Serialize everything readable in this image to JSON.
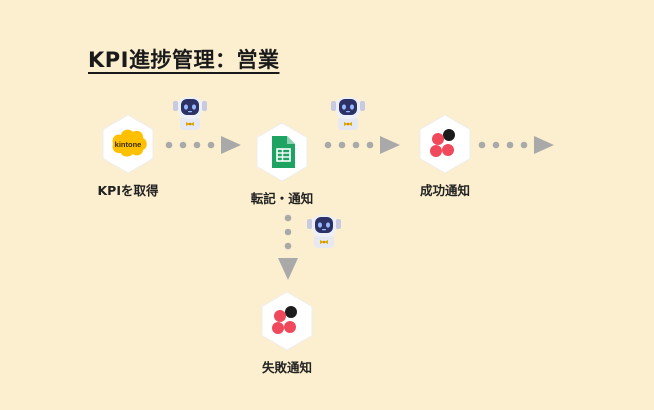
{
  "title": "KPI進捗管理：営業",
  "nodes": {
    "kintone": {
      "label": "KPIを取得",
      "logo_text": "kintone",
      "icon": "kintone-logo"
    },
    "sheets": {
      "label": "転記・通知",
      "icon": "google-sheets-logo"
    },
    "success": {
      "label": "成功通知",
      "icon": "asana-logo"
    },
    "failure": {
      "label": "失敗通知",
      "icon": "asana-logo"
    }
  },
  "colors": {
    "background": "#fcefcf",
    "connector": "#a9a9a9",
    "kintone": "#ffc000",
    "sheets": "#1ea362",
    "asana": "#f0495c",
    "robot_body": "#2c3266"
  }
}
